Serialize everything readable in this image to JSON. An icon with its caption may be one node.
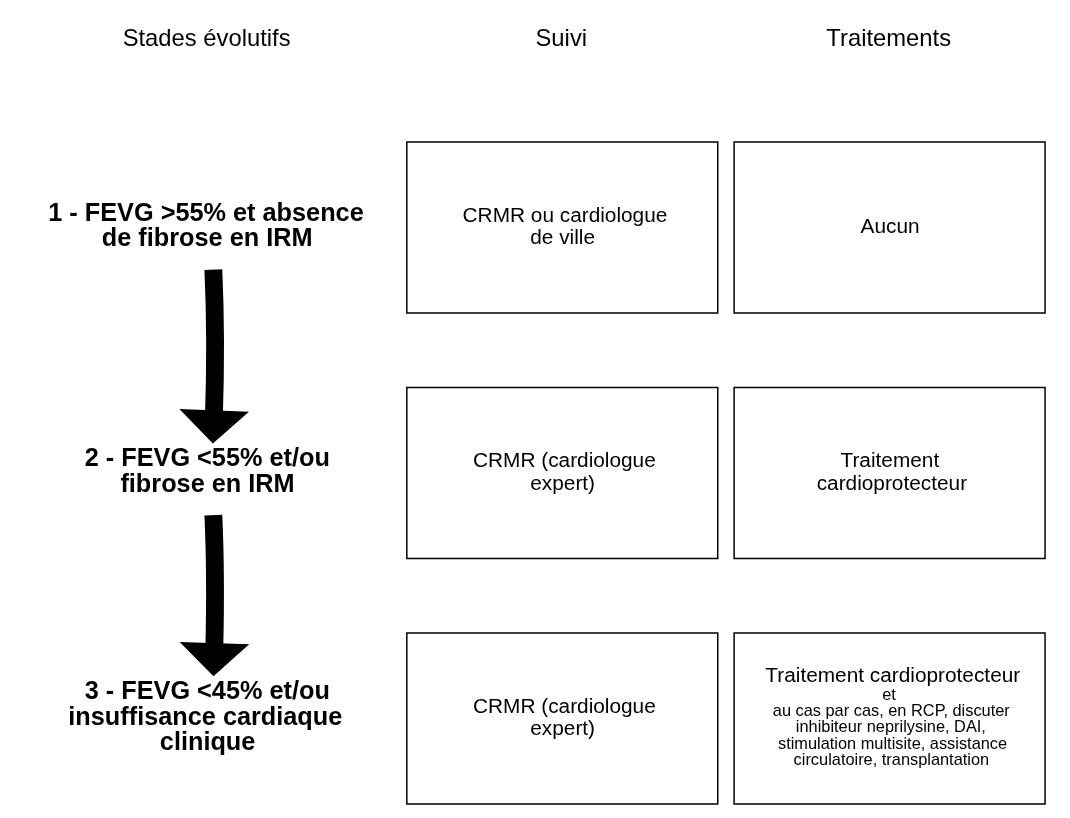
{
  "diagram": {
    "nodes": [
      {
        "text": [
          "1 - FEVG >55% et absence de fibrose en IRM"
        ]
      },
      {
        "text": [
          "CRMR ou cardiologue de ville"
        ]
      },
      {
        "text": [
          "Aucun"
        ]
      },
      {
        "text": [
          "2 - FEVG <55% et/ou fibrose en IRM"
        ]
      },
      {
        "text": [
          "CRMR (cardiologue expert)"
        ]
      },
      {
        "text": [
          "Traitement cardioprotecteur"
        ]
      },
      {
        "text": [
          "3 - FEVG <45% et/ou insuffisance cardiaque clinique"
        ]
      },
      {
        "text": [
          "CRMR (cardiologue expert)"
        ]
      },
      {
        "text": [
          "Traitement cardioprotecteur",
          "et",
          "au cas par cas, en RCP, discuter inhibiteur neprilysine, DAI, stimulation multisite, assistance circulatoire, transplantation"
        ]
      }
    ],
    "edges": [
      {
        "from": 0,
        "to": 3,
        "arrow": "to"
      },
      {
        "from": 3,
        "to": 6,
        "arrow": "to"
      }
    ],
    "labels": [
      "Stades évolutifs",
      "Suivi",
      "Traitements"
    ]
  }
}
